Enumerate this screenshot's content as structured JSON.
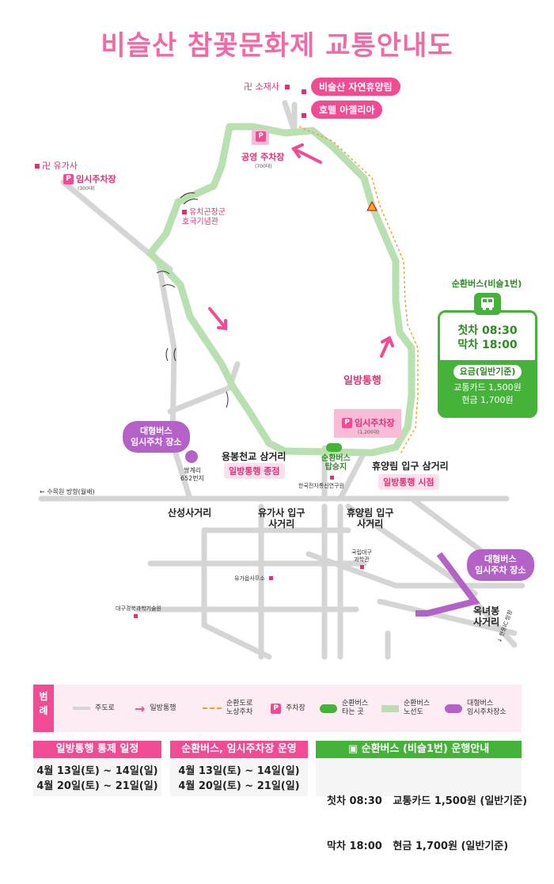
{
  "title": "비슬산 참꽃문화제 교통안내도",
  "places": {
    "sojaesa": "소재사",
    "yugasa_temple": "유가사",
    "forest": "비슬산 자연휴양림",
    "hotel": "호텔 아젤리아",
    "public_parking": "공영 주차장",
    "public_parking_cap": "(700대)",
    "temp_parking_top": "임시주차장",
    "temp_parking_top_cap": "(300대)",
    "memorial": "유치곤장군\n호국기념관",
    "temp_parking_bottom": "임시주차장",
    "temp_parking_bottom_cap": "(1,200대)",
    "big_bus_left": "대형버스\n임시주차 장소",
    "big_bus_right": "대형버스\n임시주차 장소",
    "ssanggye": "쌍계리\n652번지",
    "yongbong": "용봉천교 삼거리",
    "yongbong_tag": "일방통행 종점",
    "forest_entrance": "휴양림 입구 삼거리",
    "forest_entrance_tag": "일방통행 시점",
    "bus_stop": "순환버스\n탑승지",
    "etri": "한국전자통신연구원",
    "suseong": "← 수목원 방향(월배)",
    "sanseong": "산성사거리",
    "yugasa_entrance": "유가사 입구\n사거리",
    "forest_entrance_cross": "휴양림 입구\n사거리",
    "science_museum": "국립대구\n과학관",
    "yuga_office": "유가읍사무소",
    "science_school": "대구경북과학기술원",
    "oknyeobong": "옥녀봉\n사거리",
    "hyeonpung": "↓ 현풍IC 방향",
    "one_way": "일방통행"
  },
  "bus_card": {
    "title": "순환버스(비슬1번)",
    "first": "첫차  08:30",
    "last": "막차  18:00",
    "fare_label": "요금(일반기준)",
    "card": "교통카드 1,500원",
    "cash": "현금 1,700원"
  },
  "legend": {
    "side": "범\n례",
    "road": "주도로",
    "oneway": "일방통행",
    "shoulder": "순환도로\n노상주차",
    "parking": "주차장",
    "bus_stop": "순환버스\n타는 곳",
    "bus_route": "순환버스\n노선도",
    "big_bus": "대형버스\n임시주차장소"
  },
  "panels": {
    "oneway_title": "일방통행 통제 일정",
    "oneway_line1": "4월 13일(토) ~ 14일(일)",
    "oneway_line2": "4월 20일(토) ~ 21일(일)",
    "bus_parking_title": "순환버스, 임시주차장 운영",
    "bus_parking_line1": "4월 13일(토) ~ 14일(일)",
    "bus_parking_line2": "4월 20일(토) ~ 21일(일)",
    "bus_title": "순환버스 (비슬1번) 운행안내",
    "bus_line1": "첫차 08:30   교통카드 1,500원 (일반기준)",
    "bus_line2": "막차 18:00   현금 1,700원 (일반기준)"
  },
  "icons": {
    "parking": "P",
    "bus": "bus-icon",
    "warning": "warning-icon",
    "arrow": "arrow-icon"
  },
  "colors": {
    "title_pink": "#f06aa8",
    "pink": "#f04b93",
    "route_green": "#b9e0b0",
    "bus_green": "#45b33a",
    "purple": "#b462c8",
    "road_gray": "#d5d5d5",
    "dashed_orange": "#f0a020"
  }
}
